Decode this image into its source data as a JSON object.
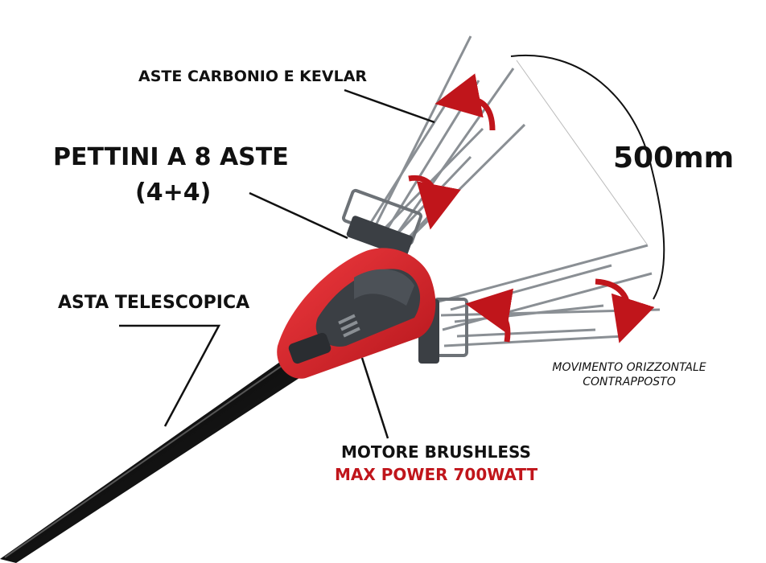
{
  "labels": {
    "aste": "ASTE CARBONIO E KEVLAR",
    "pettini": "PETTINI A 8 ASTE",
    "pettini_sub": "(4+4)",
    "asta": "ASTA TELESCOPICA",
    "width_dim": "500mm",
    "movimento_1": "MOVIMENTO ORIZZONTALE",
    "movimento_2": "CONTRAPPOSTO",
    "motore": "MOTORE BRUSHLESS",
    "power": "MAX POWER 700WATT"
  },
  "colors": {
    "brand_red": "#d8222a",
    "arrow_red": "#c0151b",
    "pole": "#1c1c1c",
    "dark_grey": "#3b3f44",
    "rod": "#8a8f94"
  }
}
